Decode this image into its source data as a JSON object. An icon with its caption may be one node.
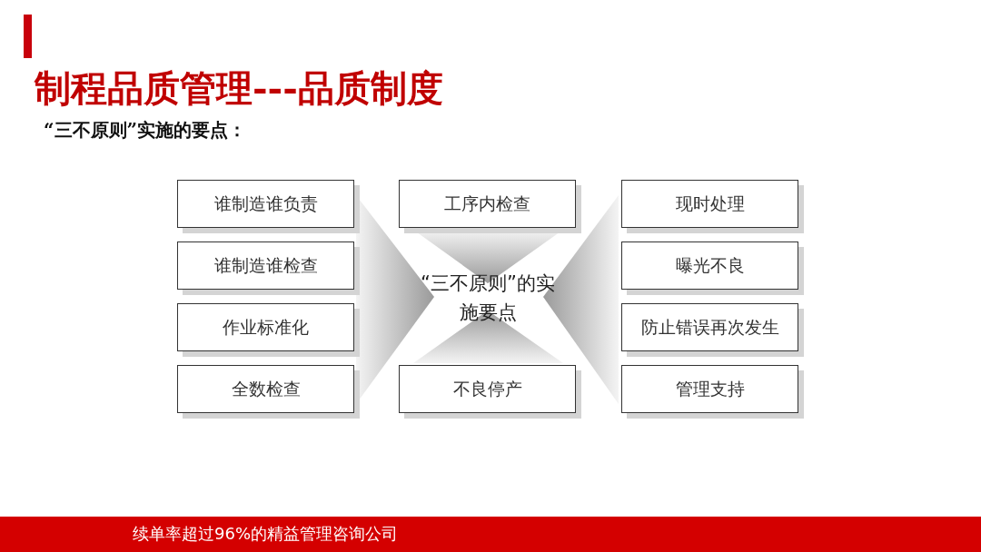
{
  "diagram": {
    "title": "制程品质管理---品质制度",
    "nodes": [
      {
        "text": [
          "谁制造谁负责"
        ]
      },
      {
        "text": [
          "谁制造谁检查"
        ]
      },
      {
        "text": [
          "作业标准化"
        ]
      },
      {
        "text": [
          "全数检查"
        ]
      },
      {
        "text": [
          "工序内检查"
        ]
      },
      {
        "text": [
          "“三不原则”的实施要点"
        ]
      },
      {
        "text": [
          "不良停产"
        ]
      },
      {
        "text": [
          "现时处理"
        ]
      },
      {
        "text": [
          "曝光不良"
        ]
      },
      {
        "text": [
          "防止错误再次发生"
        ]
      },
      {
        "text": [
          "管理支持"
        ]
      }
    ],
    "labels": [
      "“三不原则”实施的要点：",
      "续单率超过96%的精益管理咨询公司"
    ]
  }
}
